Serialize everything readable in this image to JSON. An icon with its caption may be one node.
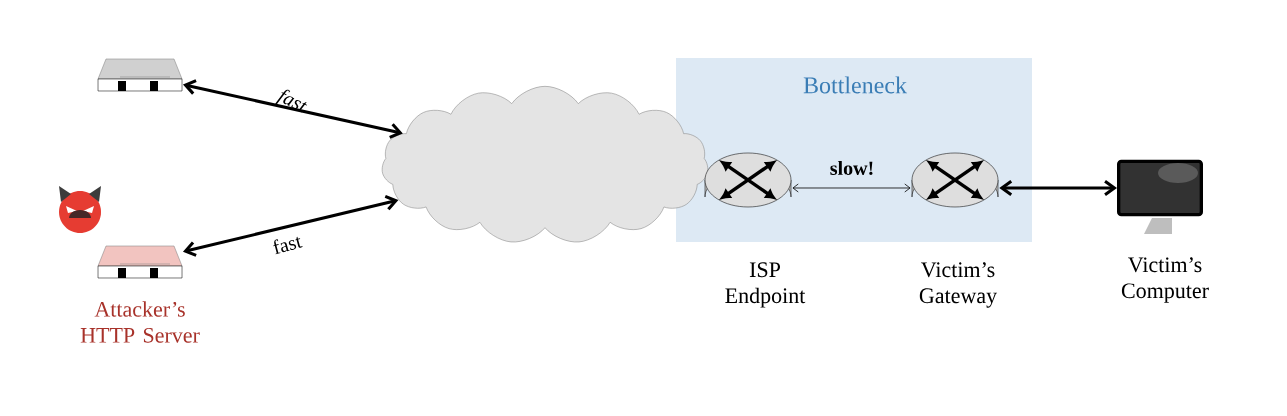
{
  "diagram": {
    "nodes": [
      {
        "text": [],
        "shape": "picture"
      },
      {
        "text": [
          "Attacker’s HTTP Server"
        ]
      },
      {
        "text": [],
        "shape": "cloud"
      },
      {
        "text": [
          "Bottleneck"
        ]
      },
      {
        "text": [
          "ISP Endpoint"
        ],
        "in": 3
      },
      {
        "text": [
          "Victim’s Gateway"
        ],
        "in": 3
      },
      {
        "text": [
          "Victim’s Computer"
        ]
      }
    ],
    "edges": [
      {
        "from": 0,
        "to": 2,
        "arrow": "both",
        "label": "fast"
      },
      {
        "from": 1,
        "to": 2,
        "arrow": "both",
        "label": "fast"
      },
      {
        "from": 4,
        "to": 5,
        "arrow": "both",
        "label": "slow!"
      },
      {
        "from": 5,
        "to": 6,
        "arrow": "both"
      }
    ]
  }
}
